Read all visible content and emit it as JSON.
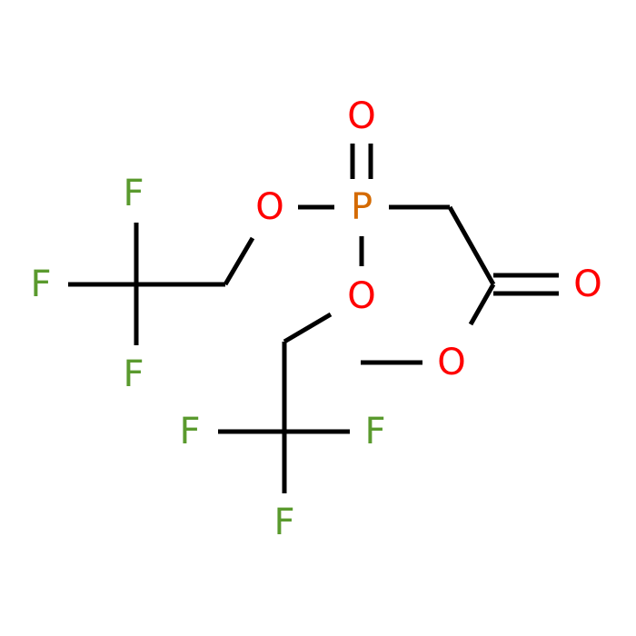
{
  "molecule": {
    "atoms": {
      "P": {
        "symbol": "P",
        "color": "#D46A00"
      },
      "O_double": {
        "symbol": "O",
        "color": "#FF0000"
      },
      "O_left": {
        "symbol": "O",
        "color": "#FF0000"
      },
      "O_lower": {
        "symbol": "O",
        "color": "#FF0000"
      },
      "O_carbonyl": {
        "symbol": "O",
        "color": "#FF0000"
      },
      "O_ester": {
        "symbol": "O",
        "color": "#FF0000"
      },
      "F_left_top": {
        "symbol": "F",
        "color": "#5A9A2E"
      },
      "F_left_mid": {
        "symbol": "F",
        "color": "#5A9A2E"
      },
      "F_left_bottom": {
        "symbol": "F",
        "color": "#5A9A2E"
      },
      "F_lower_left": {
        "symbol": "F",
        "color": "#5A9A2E"
      },
      "F_lower_right": {
        "symbol": "F",
        "color": "#5A9A2E"
      },
      "F_lower_bottom": {
        "symbol": "F",
        "color": "#5A9A2E"
      }
    },
    "bond_color": "#000000"
  }
}
